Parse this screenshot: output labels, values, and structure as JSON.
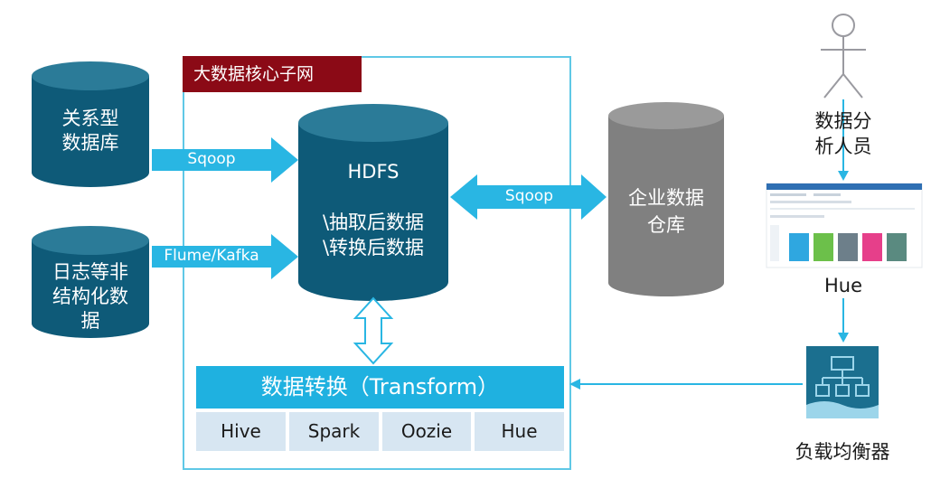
{
  "subnet": {
    "title": "大数据核心子网"
  },
  "sources": {
    "relational_db": {
      "lines": [
        "关系型",
        "数据库"
      ]
    },
    "log_unstructured": {
      "lines": [
        "日志等非",
        "结构化数",
        "据"
      ]
    }
  },
  "arrows": {
    "sqoop_in": "Sqoop",
    "flume_kafka": "Flume/Kafka",
    "sqoop_dw": "Sqoop"
  },
  "hdfs": {
    "lines": [
      "HDFS",
      "",
      "\\抽取后数据",
      "\\转换后数据"
    ]
  },
  "warehouse": {
    "lines": [
      "企业数据",
      "仓库"
    ]
  },
  "transform": {
    "title": "数据转换（Transform）",
    "tools": [
      "Hive",
      "Spark",
      "Oozie",
      "Hue"
    ]
  },
  "analyst": {
    "lines": [
      "数据分",
      "析人员"
    ]
  },
  "hue": {
    "label": "Hue"
  },
  "load_balancer": {
    "label": "负载均衡器"
  },
  "colors": {
    "db_dark": "#0e5a78",
    "db_top": "#2b7b98",
    "gray_cyl": "#808080",
    "gray_top": "#9a9a9a",
    "arrow_blue": "#29b6e3",
    "subnet_border": "#5fc8e6",
    "title_red": "#8b0a16",
    "transform_bar": "#1fb1e0",
    "tool_cell": "#d7e6f2"
  }
}
